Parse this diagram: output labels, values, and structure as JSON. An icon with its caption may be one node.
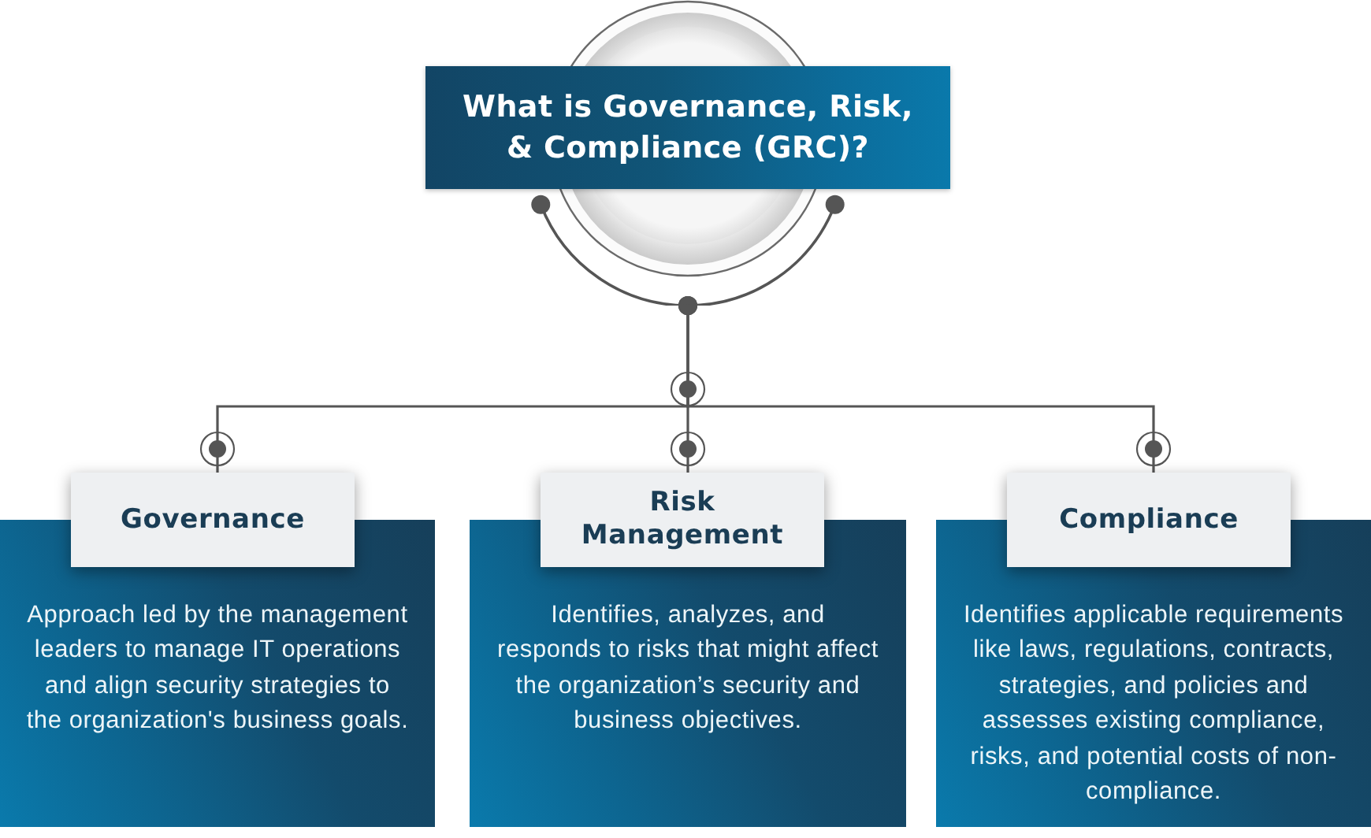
{
  "diagram": {
    "nodes": [
      {
        "text": [
          "What is Governance, Risk, & Compliance (GRC)?"
        ]
      },
      {
        "text": [
          "Governance",
          "Approach led by the management leaders to manage IT operations and align security strategies to the organization's business goals."
        ]
      },
      {
        "text": [
          "Risk Management",
          "Identifies, analyzes, and responds to risks that might affect the organization’s security and business objectives."
        ]
      },
      {
        "text": [
          "Compliance",
          "Identifies applicable requirements like laws, regulations, contracts, strategies, and policies and assesses existing compliance, risks, and potential costs of non-compliance."
        ]
      }
    ],
    "edges": [
      {
        "from": 0,
        "to": 1,
        "arrow": "other"
      },
      {
        "from": 0,
        "to": 2,
        "arrow": "other"
      },
      {
        "from": 0,
        "to": 3,
        "arrow": "other"
      }
    ]
  }
}
